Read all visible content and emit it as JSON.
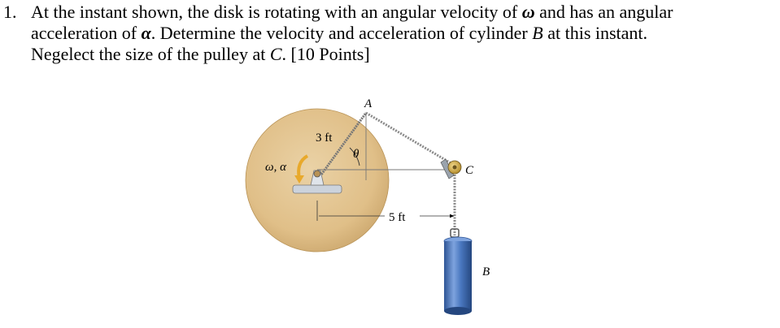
{
  "problem": {
    "number": "1.",
    "line1_parts": [
      "At the instant shown, the disk is rotating with an angular velocity of ",
      "ω",
      " and has an angular"
    ],
    "line2_parts": [
      "acceleration of ",
      "α",
      ". Determine the velocity and acceleration of cylinder ",
      "B",
      " at this instant."
    ],
    "line3_parts": [
      "Negelect the size of the pulley at ",
      "C",
      ". [10 Points]"
    ]
  },
  "figure": {
    "labels": {
      "point_a": "A",
      "point_c": "C",
      "cylinder_b": "B",
      "radius": "3 ft",
      "theta": "θ",
      "omega_alpha": "ω, α",
      "horizontal_distance": "5 ft"
    },
    "colors": {
      "disk": "#e2c28f",
      "disk_shadow": "#c9a46a",
      "cylinder": "#4a78c0",
      "cylinder_dark": "#2e5596",
      "cylinder_light": "#7ea3de",
      "rope": "#8a8a8a",
      "pulley": "#d8b45a",
      "arrow": "#e8a92c"
    }
  }
}
